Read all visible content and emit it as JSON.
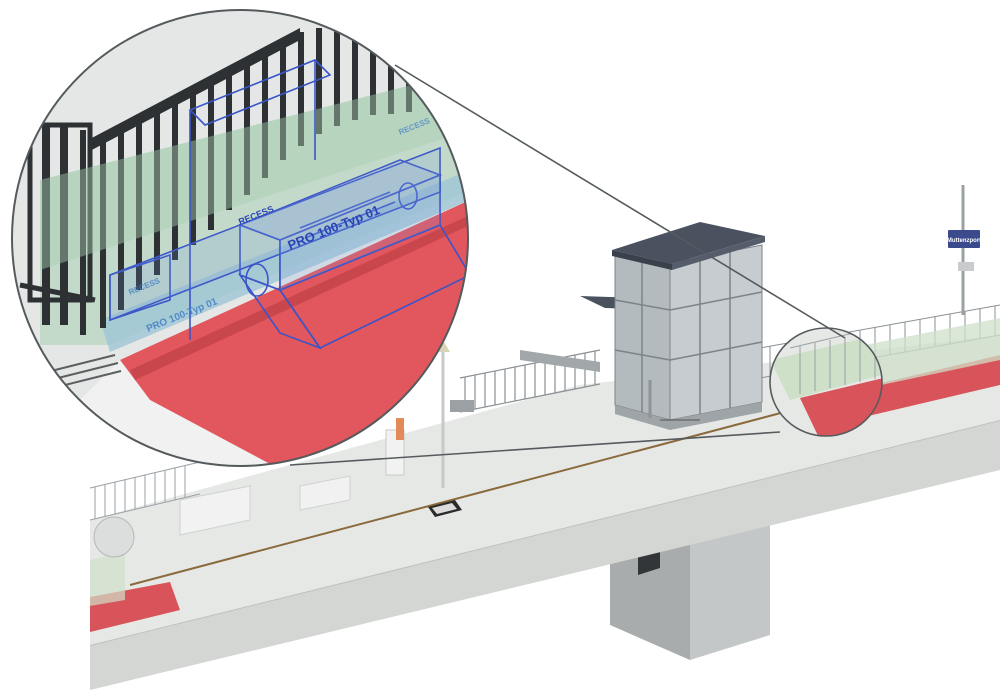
{
  "scene": {
    "station_sign": "Muttenzport",
    "detail_labels": {
      "pro_main": "PRO 100-Typ 01",
      "pro_secondary": "PRO 100-Typ 01",
      "recess_1": "RECESS",
      "recess_2": "RECESS",
      "recess_3": "RECESS"
    }
  },
  "colors": {
    "platform_surface": "#e6e8e6",
    "platform_edge": "#d4d6d4",
    "tactile_zone": "#d9545a",
    "elevator_roof": "#4a5260",
    "support_pier": "#b9bcbd",
    "bim_outline": "#3a55c8"
  }
}
